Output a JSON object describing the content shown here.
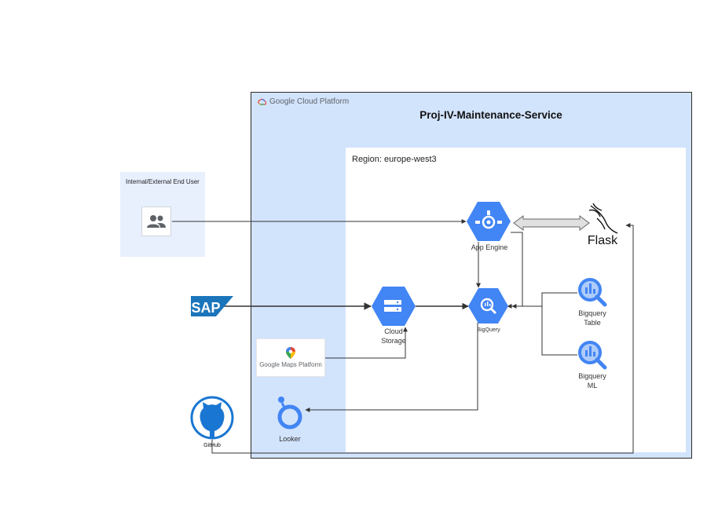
{
  "diagram": {
    "title": "Proj-IV-Maintenance-Service",
    "platform_label": "Google Cloud Platform",
    "platform_parts": {
      "google": "Google",
      "cloud": "Cloud",
      "platform": "Platform"
    },
    "region_prefix": "Region:",
    "region_value": "europe-west3",
    "nodes": {
      "end_user": {
        "label": "Internal/External End User",
        "icon": "users-icon"
      },
      "sap": {
        "label": "SAP",
        "icon": "sap-logo"
      },
      "github": {
        "label": "GitHub",
        "icon": "github-icon"
      },
      "app_engine": {
        "label": "App Engine",
        "icon": "app-engine-icon"
      },
      "flask": {
        "label": "Flask",
        "icon": "flask-logo"
      },
      "cloud_storage": {
        "label_line1": "Cloud",
        "label_line2": "Storage",
        "icon": "cloud-storage-icon"
      },
      "bigquery": {
        "label": "BigQuery",
        "icon": "bigquery-icon"
      },
      "bigquery_table": {
        "label_line1": "Bigquery",
        "label_line2": "Table",
        "icon": "bigquery-icon"
      },
      "bigquery_ml": {
        "label_line1": "Bigquery",
        "label_line2": "ML",
        "icon": "bigquery-icon"
      },
      "google_maps": {
        "label": "Google Maps Platform",
        "icon": "map-pin-icon"
      },
      "looker": {
        "label": "Looker",
        "icon": "looker-icon"
      }
    },
    "colors": {
      "gcp_blue": "#4285f4",
      "gcp_dark_blue": "#1a73e8",
      "frame_fill": "#d2e3fc",
      "user_panel": "#e8f0fe",
      "sap_blue": "#1b75bb",
      "github_blue": "#1976d2"
    }
  }
}
